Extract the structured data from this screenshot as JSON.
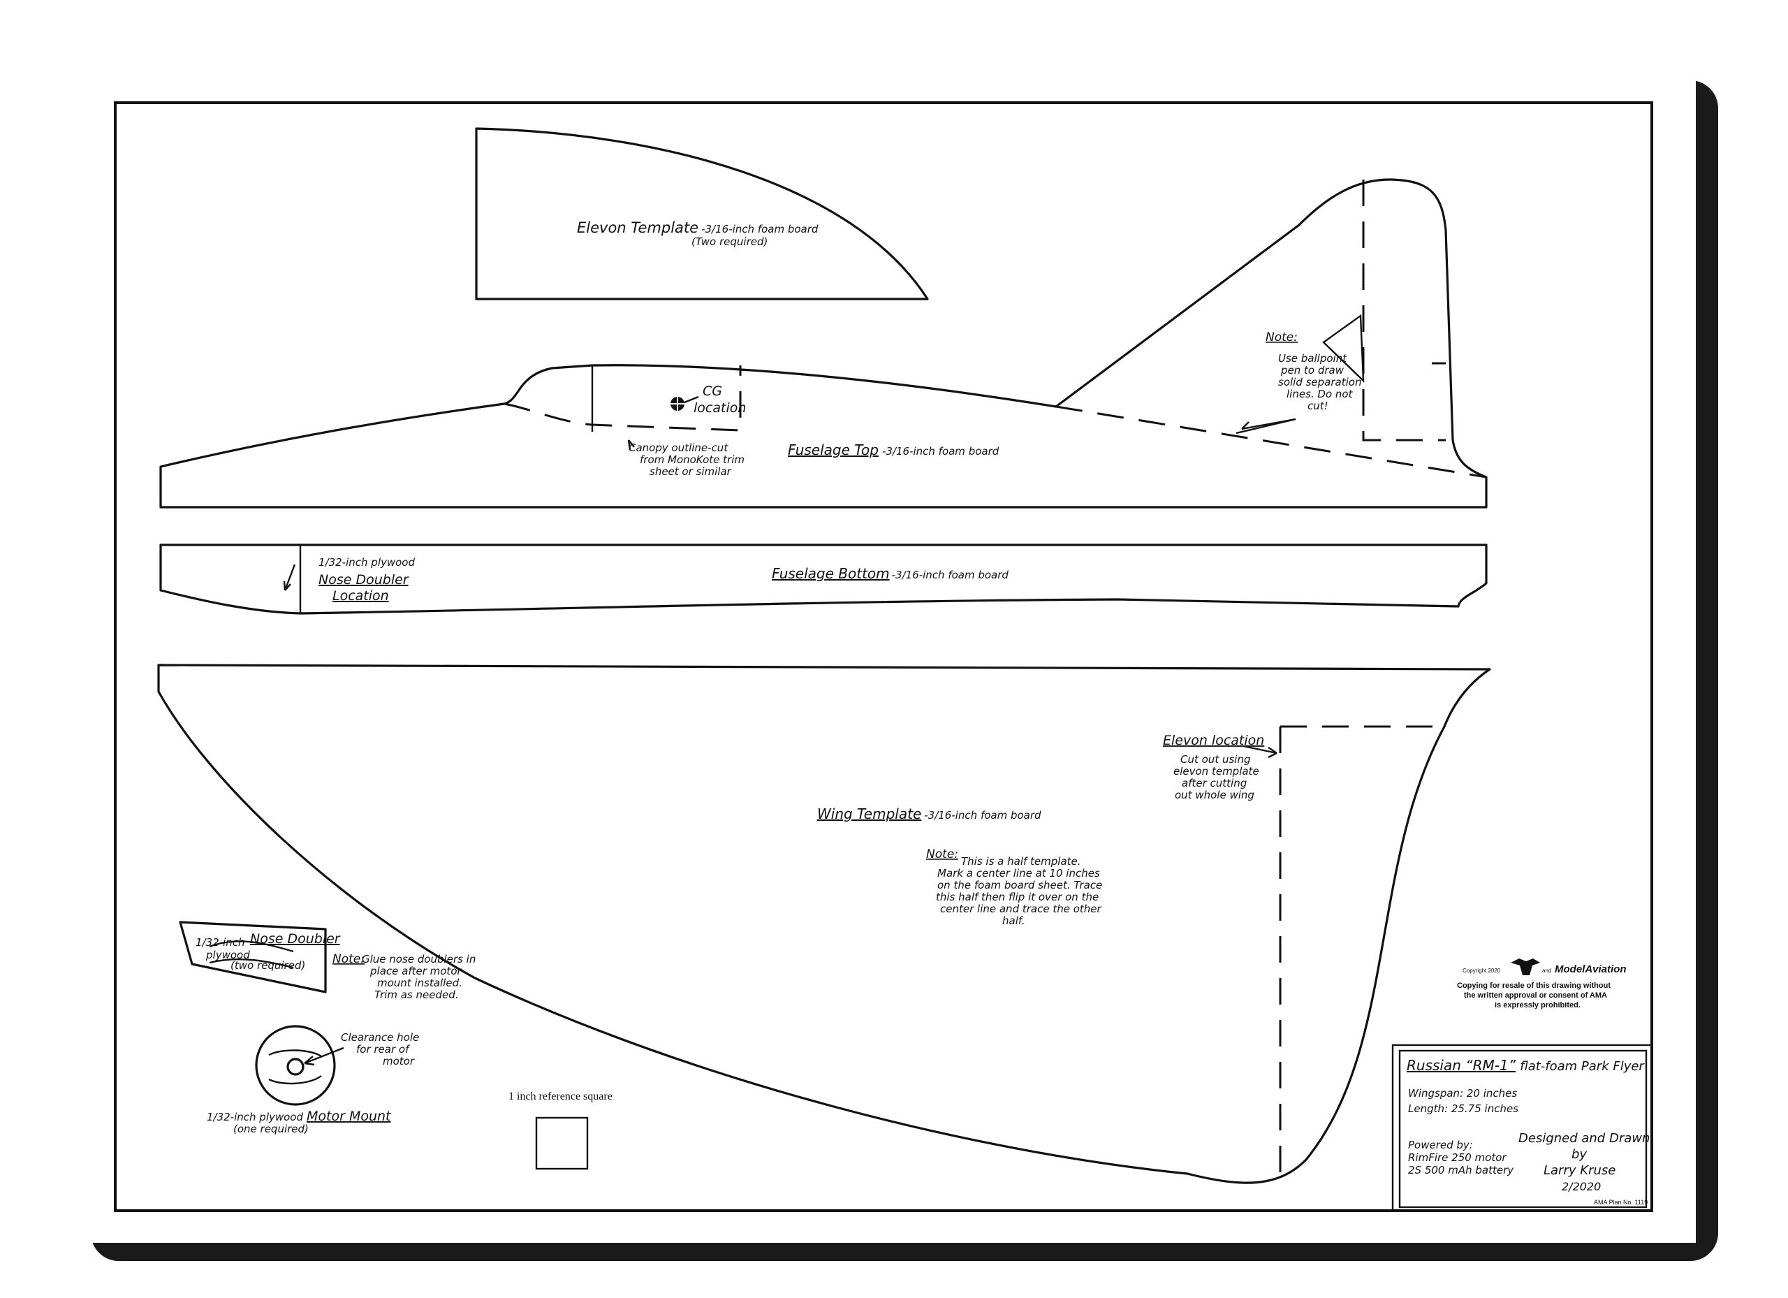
{
  "elevon_template": {
    "title": "Elevon Template",
    "material": "-3/16-inch foam board",
    "qty": "(Two required)"
  },
  "fuselage_top": {
    "title": "Fuselage Top",
    "material": "-3/16-inch foam board",
    "cg_label_1": "CG",
    "cg_label_2": "location",
    "canopy_note_1": "Canopy outline-cut",
    "canopy_note_2": "from MonoKote trim",
    "canopy_note_3": "sheet or similar",
    "note_heading": "Note:",
    "note_lines": [
      "Use ballpoint",
      "pen to draw",
      "solid separation",
      "lines. Do not",
      "cut!"
    ]
  },
  "fuselage_bottom": {
    "title": "Fuselage Bottom",
    "material": "-3/16-inch foam board",
    "plywood_label": "1/32-inch plywood",
    "doubler_label_1": "Nose Doubler",
    "doubler_label_2": "Location"
  },
  "wing_template": {
    "title": "Wing Template",
    "material": "-3/16-inch foam board",
    "elevon_location": "Elevon location",
    "elevon_lines": [
      "Cut out using",
      "elevon template",
      "after cutting",
      "out whole wing"
    ],
    "note_heading": "Note:",
    "note_lines": [
      "This is a half template.",
      "Mark a center line at 10 inches",
      "on the foam board sheet. Trace",
      "this half then flip it over on the",
      "center line and trace the other",
      "half."
    ]
  },
  "nose_doubler": {
    "plywood_1": "1/32-inch",
    "plywood_2": "plywood",
    "title": "Nose Doubler",
    "qty": "(two required)",
    "note_heading": "Note:",
    "note_lines": [
      "Glue nose doublers in",
      "place after motor",
      "mount installed.",
      "Trim as needed."
    ]
  },
  "motor_mount": {
    "hole_lines": [
      "Clearance hole",
      "for rear of",
      "motor"
    ],
    "plywood": "1/32-inch plywood",
    "title": "Motor Mount",
    "qty": "(one required)"
  },
  "reference_square": {
    "label": "1 inch reference square"
  },
  "copyright": {
    "line_small": "Copyright 2020",
    "and": "and",
    "brand": "ModelAviation",
    "notice": [
      "Copying for resale of this drawing without",
      "the written approval or consent of AMA",
      "is expressly prohibited."
    ]
  },
  "title_block": {
    "title": "Russian “RM-1”",
    "subtitle": "flat-foam Park Flyer",
    "wingspan": "Wingspan: 20 inches",
    "length": "Length: 25.75 inches",
    "powered_by": "Powered by:",
    "motor": "RimFire 250 motor",
    "battery": "2S 500 mAh battery",
    "designed_1": "Designed and Drawn",
    "designed_2": "by",
    "designer": "Larry Kruse",
    "date": "2/2020",
    "plan_no": "AMA Plan No. 1119"
  },
  "colors": {
    "ink": "#111111",
    "paper": "#ffffff",
    "shadow": "#1a1a1a"
  }
}
